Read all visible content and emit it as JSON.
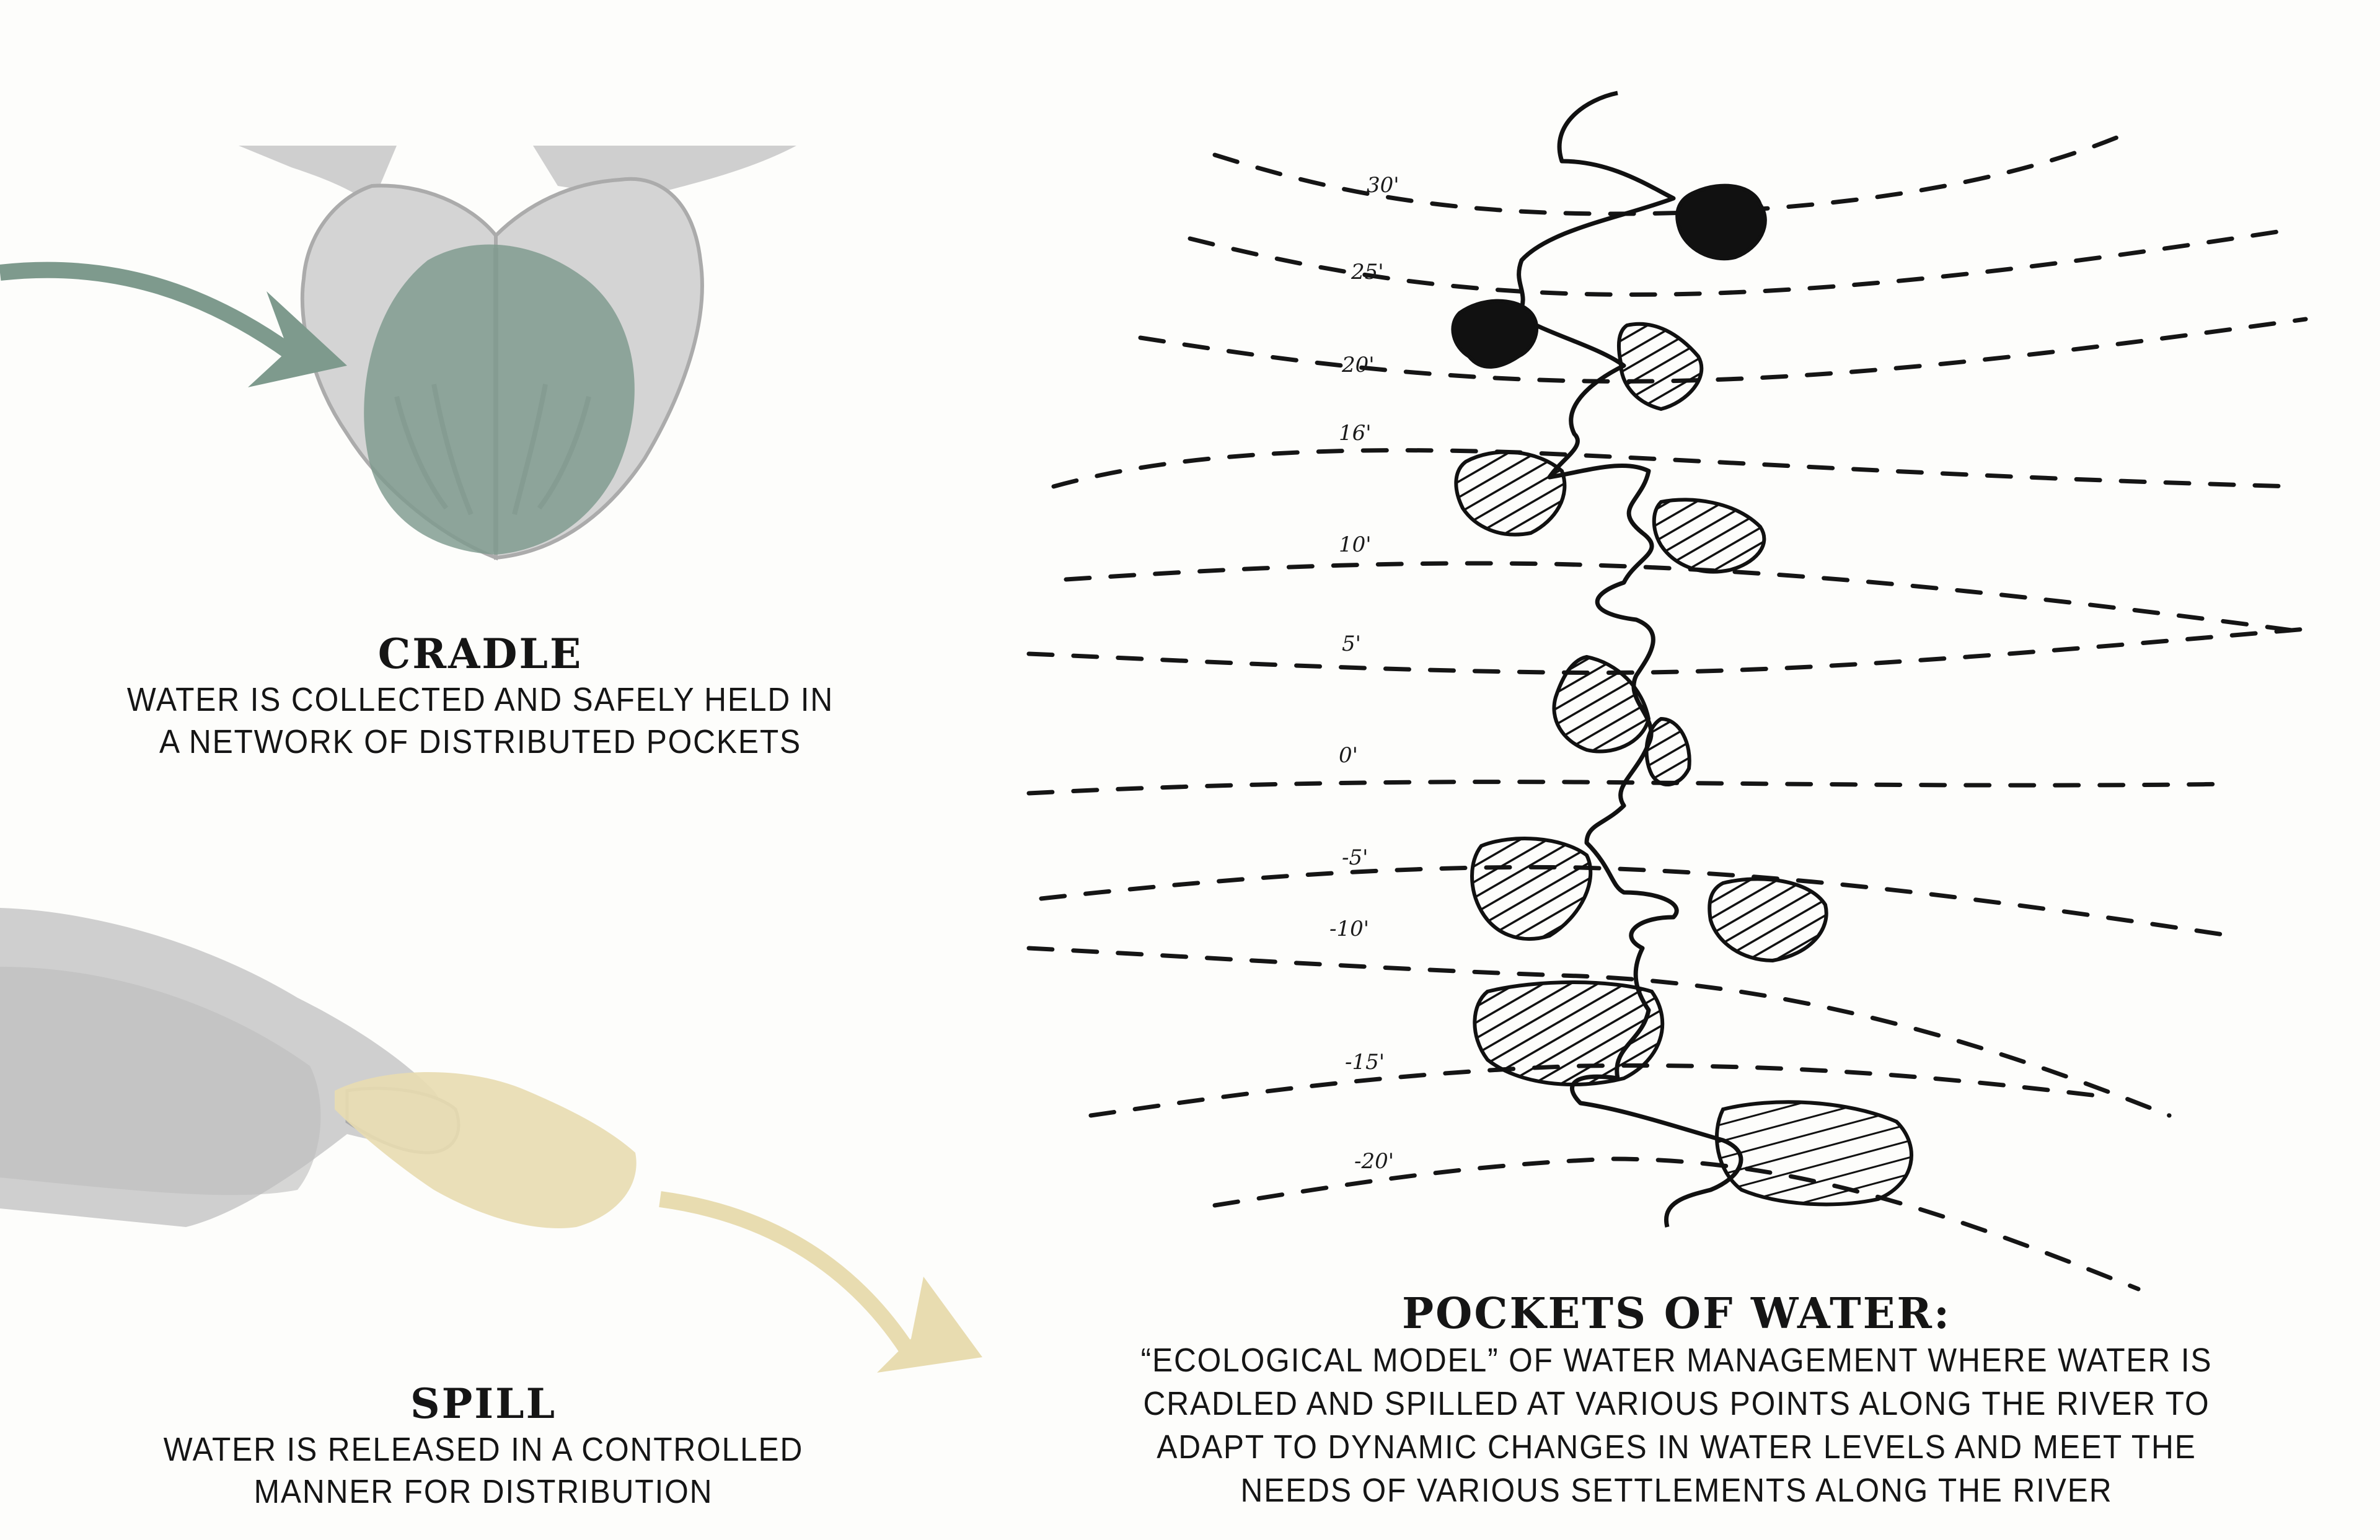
{
  "cradle": {
    "title": "CRADLE",
    "lines": [
      "WATER IS COLLECTED AND SAFELY HELD IN",
      "A NETWORK OF DISTRIBUTED POCKETS"
    ]
  },
  "spill": {
    "title": "SPILL",
    "lines": [
      "WATER IS RELEASED IN A CONTROLLED",
      "MANNER FOR DISTRIBUTION"
    ]
  },
  "pockets": {
    "title": "POCKETS OF WATER:",
    "lines": [
      "“ECOLOGICAL MODEL” OF WATER MANAGEMENT WHERE WATER IS",
      "CRADLED AND SPILLED AT VARIOUS POINTS ALONG THE RIVER TO",
      "ADAPT TO DYNAMIC CHANGES IN WATER LEVELS AND MEET THE",
      "NEEDS OF VARIOUS SETTLEMENTS ALONG THE RIVER"
    ]
  },
  "elevations": [
    "30'",
    "25'",
    "20'",
    "16'",
    "10'",
    "5'",
    "0'",
    "-5'",
    "-10'",
    "-15'",
    "-20'"
  ],
  "colors": {
    "cradle_water": "#7e9a8d",
    "spill_water": "#e8dcb0",
    "hands": "#cfcfcf",
    "ink": "#111111"
  }
}
